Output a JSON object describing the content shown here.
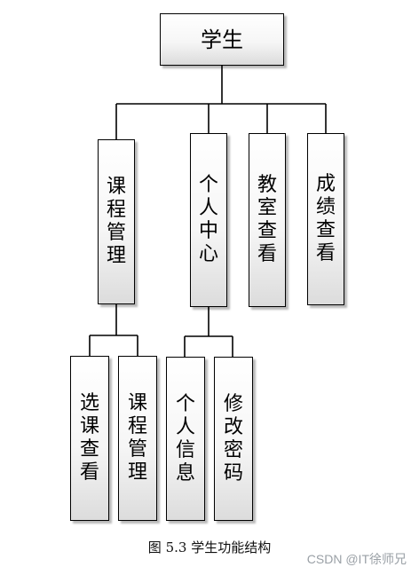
{
  "diagram": {
    "root": "学生",
    "level1": [
      "课程管理",
      "个人中心",
      "教室查看",
      "成绩查看"
    ],
    "course_children": [
      "选课查看",
      "课程管理"
    ],
    "personal_children": [
      "个人信息",
      "修改密码"
    ]
  },
  "caption": "图 5.3  学生功能结构",
  "watermark": "CSDN @IT徐师兄"
}
